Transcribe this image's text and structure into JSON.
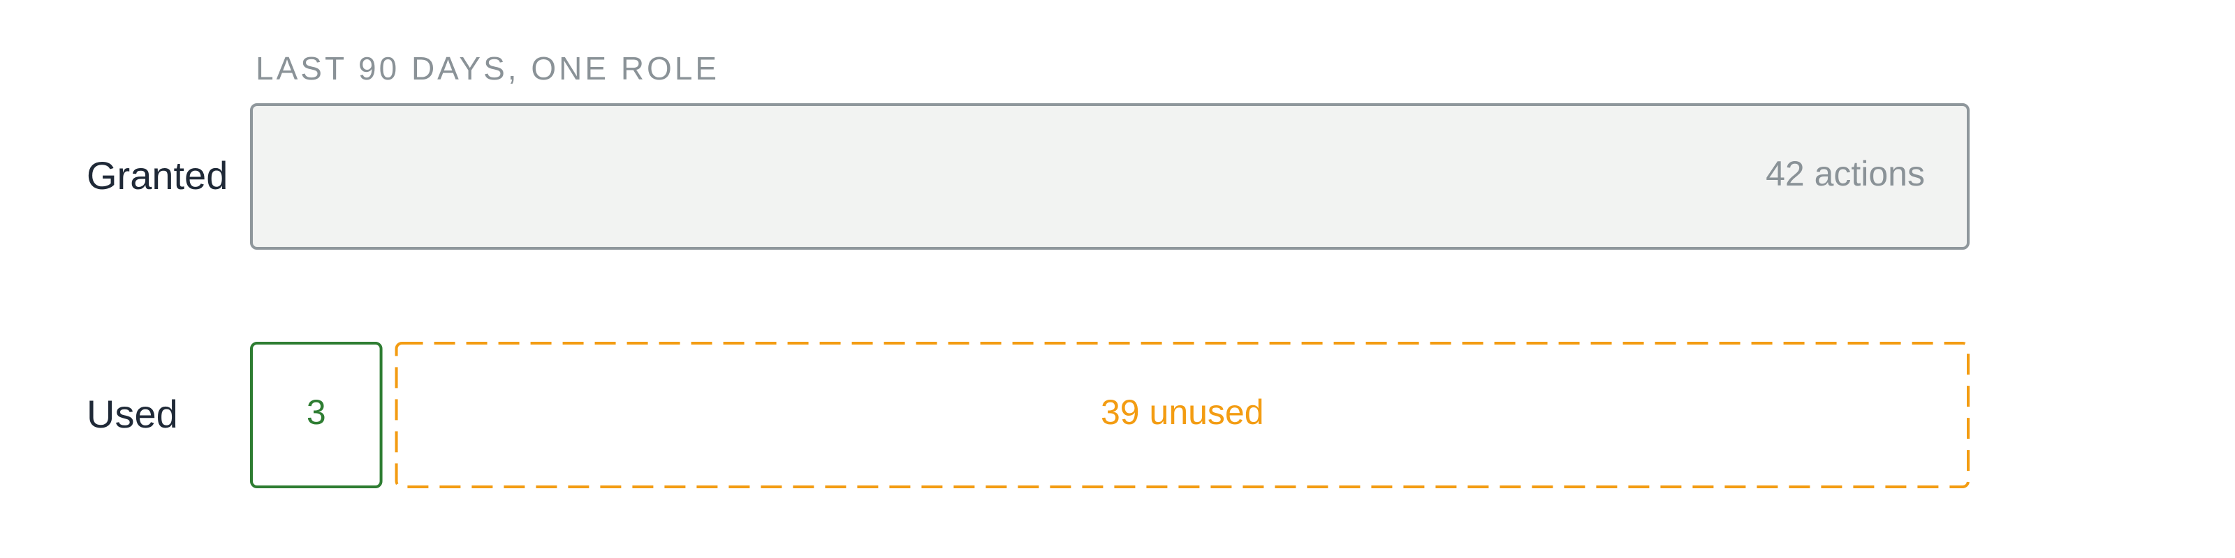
{
  "chart_data": {
    "type": "bar",
    "subtitle": "LAST 90 DAYS, ONE ROLE",
    "categories": [
      "Granted",
      "Used"
    ],
    "granted": {
      "value": 42,
      "label": "42 actions"
    },
    "used": {
      "value": 3,
      "label": "3"
    },
    "unused": {
      "value": 39,
      "label": "39 unused"
    },
    "xlim": [
      0,
      42
    ],
    "grid": false,
    "legend": "none"
  },
  "colors": {
    "text": "#1f2937",
    "muted": "#8a9297",
    "granted_fill": "#f2f3f2",
    "granted_stroke": "#8f979c",
    "used_stroke": "#2e7d32",
    "used_text": "#2e7d32",
    "unused_stroke": "#f39c12",
    "unused_text": "#f39c12"
  }
}
